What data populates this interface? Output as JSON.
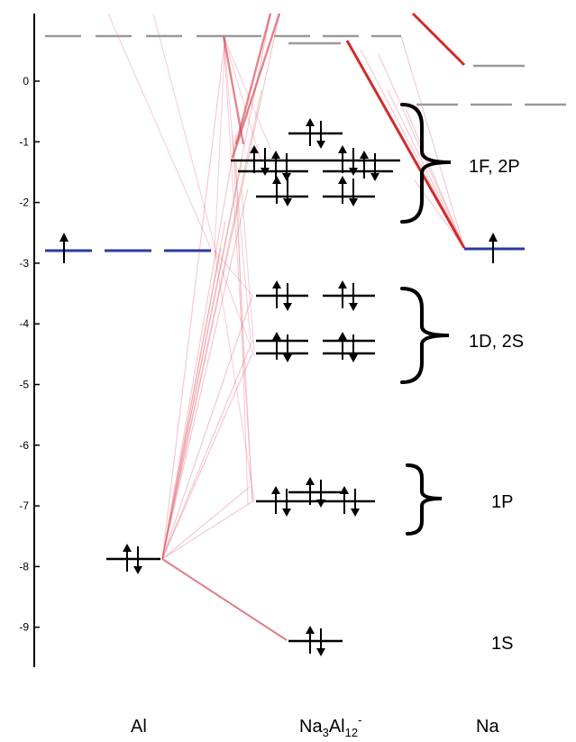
{
  "chart_data": {
    "type": "energy-level-diagram",
    "y_ticks": [
      "0",
      "-1",
      "-2",
      "-3",
      "-4",
      "-5",
      "-6",
      "-7",
      "-8",
      "-9"
    ],
    "columns": [
      {
        "key": "al",
        "label": "Al"
      },
      {
        "key": "cluster",
        "label_main": "Na",
        "label_sub": "3",
        "label_main2": "Al",
        "label_sub2": "12",
        "label_sup": "-"
      },
      {
        "key": "na",
        "label": "Na"
      }
    ],
    "al_levels": [
      {
        "energy": 0.75,
        "style": "dashed-gray",
        "electrons": "none"
      },
      {
        "energy": -2.8,
        "style": "dashed-blue",
        "electrons": "up"
      },
      {
        "energy": -7.85,
        "style": "solid",
        "electrons": "pair"
      }
    ],
    "na_levels": [
      {
        "energy": 0.25,
        "style": "solid-gray",
        "electrons": "none"
      },
      {
        "energy": -0.4,
        "style": "dashed-gray",
        "electrons": "none"
      },
      {
        "energy": -2.78,
        "style": "solid-blue",
        "electrons": "up"
      }
    ],
    "groups": [
      {
        "label": "1F, 2P"
      },
      {
        "label": "1D, 2S"
      },
      {
        "label": "1P"
      },
      {
        "label": "1S"
      }
    ]
  },
  "colors": {
    "axis": "#000000",
    "occupied_level": "#000000",
    "al_3p_level": "#2b3a9c",
    "na_3s_level": "#2b3a9c",
    "virtual_level": "#999999",
    "correlation_line": "#e06070",
    "strong_correlation_line": "#d42a2a"
  }
}
